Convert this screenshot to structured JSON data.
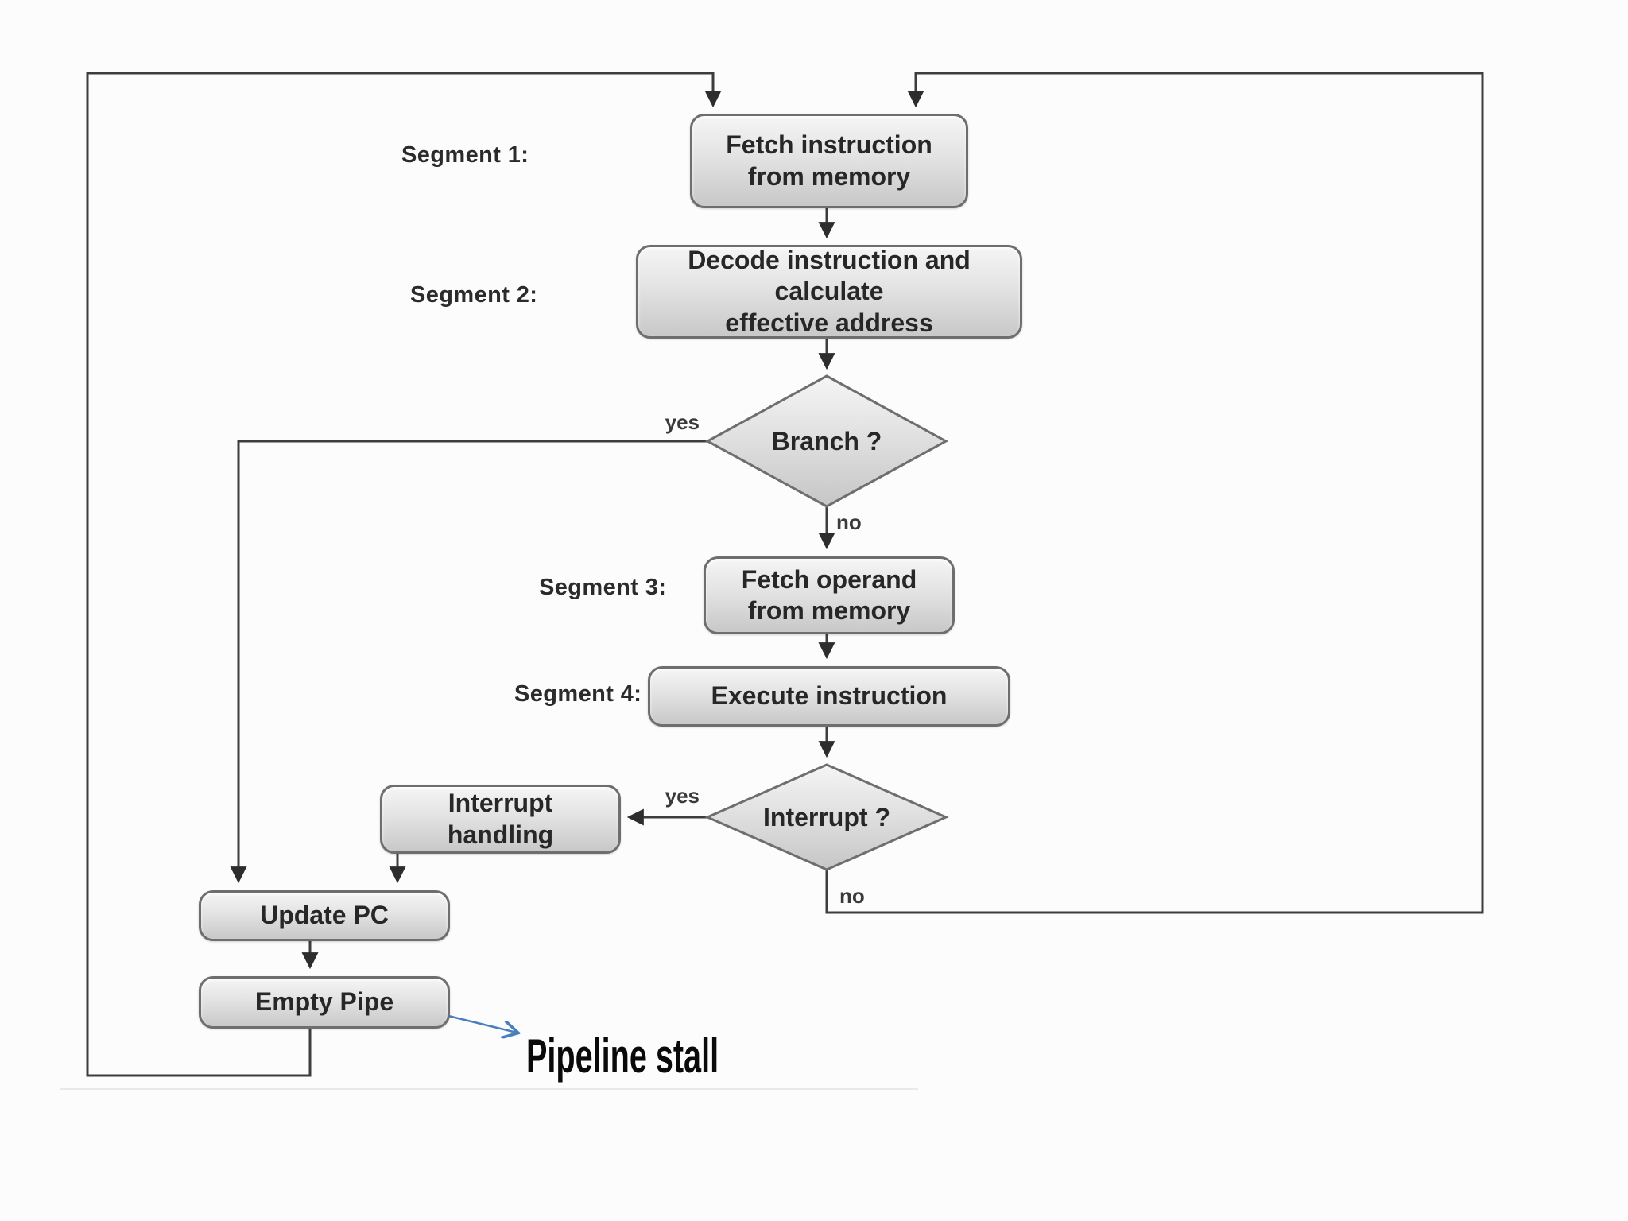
{
  "flowchart": {
    "segment_labels": {
      "s1": "Segment 1:",
      "s2": "Segment 2:",
      "s3": "Segment 3:",
      "s4": "Segment 4:"
    },
    "nodes": {
      "fetch_instruction": "Fetch instruction\nfrom memory",
      "decode": "Decode instruction and calculate\neffective address",
      "fetch_operand": "Fetch operand\nfrom memory",
      "execute": "Execute instruction",
      "interrupt_handling": "Interrupt\nhandling",
      "update_pc": "Update PC",
      "empty_pipe": "Empty Pipe"
    },
    "decisions": {
      "branch": "Branch ?",
      "interrupt": "Interrupt ?"
    },
    "edge_labels": {
      "branch_yes": "yes",
      "branch_no": "no",
      "interrupt_yes": "yes",
      "interrupt_no": "no"
    },
    "annotations": {
      "pipeline_stall": "Pipeline stall"
    },
    "colors": {
      "background": "#fcfcfc",
      "connector": "#3d3d3d",
      "node_border": "#6e6e6e",
      "node_fill_top": "#f5f5f5",
      "node_fill_bottom": "#c8c8c8",
      "node_text": "#272727",
      "annotation_arrow_blue": "#4a7ebc",
      "annotation_text": "#0a0a0a"
    }
  }
}
